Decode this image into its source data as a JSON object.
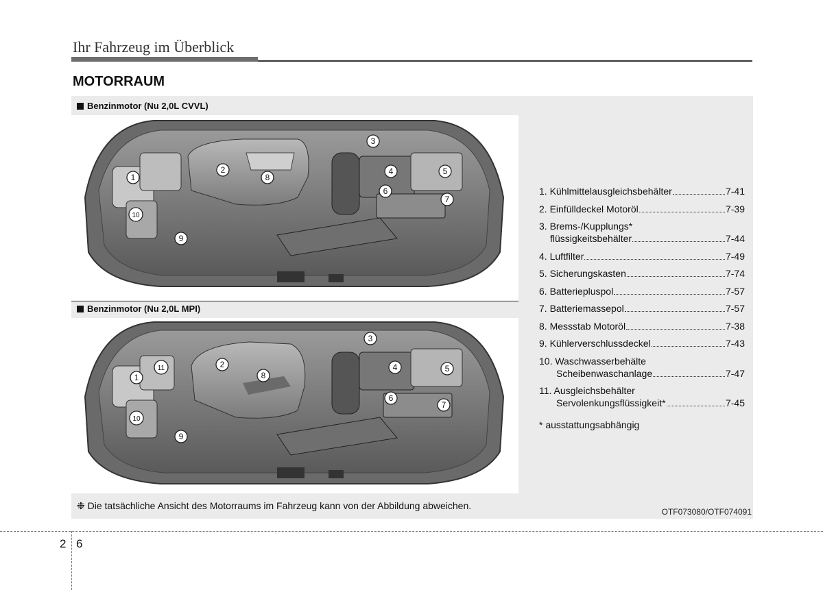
{
  "header": {
    "title": "Ihr Fahrzeug im Überblick"
  },
  "section_title": "MOTORRAUM",
  "engines": [
    {
      "label": "Benzinmotor (Nu 2,0L CVVL)",
      "callouts": [
        "1",
        "2",
        "3",
        "4",
        "5",
        "6",
        "7",
        "8",
        "9",
        "10"
      ]
    },
    {
      "label": "Benzinmotor (Nu 2,0L MPI)",
      "callouts": [
        "1",
        "2",
        "3",
        "4",
        "5",
        "6",
        "7",
        "8",
        "9",
        "10",
        "11"
      ]
    }
  ],
  "legend": [
    {
      "text": "1. Kühlmittelausgleichsbehälter",
      "page": "7-41"
    },
    {
      "text": "2. Einfülldeckel Motoröl",
      "page": "7-39"
    },
    {
      "line1": "3. Brems-/Kupplungs*",
      "text": "flüssigkeitsbehälter",
      "page": "7-44"
    },
    {
      "text": "4. Luftfilter",
      "page": "7-49"
    },
    {
      "text": "5. Sicherungskasten",
      "page": "7-74"
    },
    {
      "text": "6. Batteriepluspol",
      "page": "7-57"
    },
    {
      "text": "7. Batteriemassepol",
      "page": "7-57"
    },
    {
      "text": "8. Messstab Motoröl",
      "page": "7-38"
    },
    {
      "text": "9. Kühlerverschlussdeckel",
      "page": "7-43"
    },
    {
      "line1": "10. Waschwasserbehälte",
      "text": "Scheibenwaschanlage",
      "page": "7-47"
    },
    {
      "line1": "11. Ausgleichsbehälter",
      "text": "Servolenkungsflüssigkeit*",
      "page": "7-45"
    }
  ],
  "legend_note": "* ausstattungsabhängig",
  "footnote": "❉ Die tatsächliche Ansicht des Motorraums im Fahrzeug kann von der Abbildung abweichen.",
  "figure_code": "OTF073080/OTF074091",
  "page_number": {
    "chapter": "2",
    "page": "6"
  }
}
